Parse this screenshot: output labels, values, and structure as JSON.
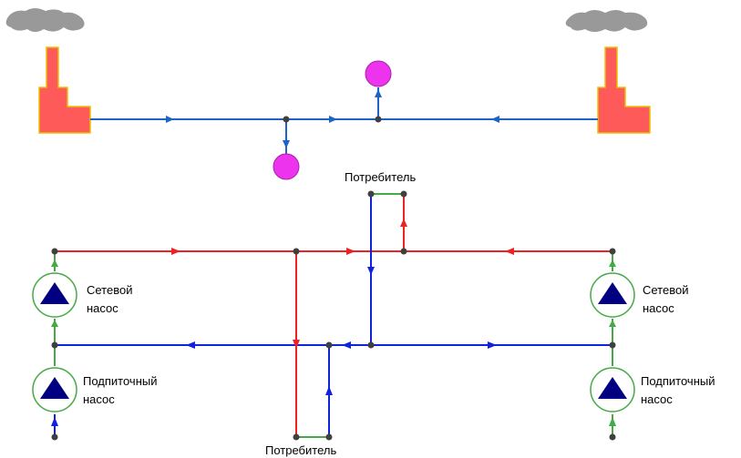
{
  "labels": {
    "consumer_top": "Потребитель",
    "consumer_bottom": "Потребитель",
    "network_pump_left_line1": "Сетевой",
    "network_pump_left_line2": "насос",
    "network_pump_right_line1": "Сетевой",
    "network_pump_right_line2": "насос",
    "makeup_pump_left_line1": "Подпиточный",
    "makeup_pump_left_line2": "насос",
    "makeup_pump_right_line1": "Подпиточный",
    "makeup_pump_right_line2": "насос"
  },
  "colors": {
    "supply_line": "#ee2222",
    "return_line": "#1122dd",
    "main_line": "#1e64c8",
    "jumper_line": "#44aa44",
    "boiler_fill": "#ff5a5a",
    "boiler_stroke": "#e8c000",
    "consumer_fill": "#ee33ee",
    "pump_triangle": "#000080",
    "pump_ring": "#44aa44",
    "smoke": "#999999",
    "node": "#404040"
  },
  "icons": {
    "boiler_left": "boiler-house-icon",
    "boiler_right": "boiler-house-icon",
    "consumer": "consumer-circle-icon",
    "pump": "pump-icon"
  }
}
